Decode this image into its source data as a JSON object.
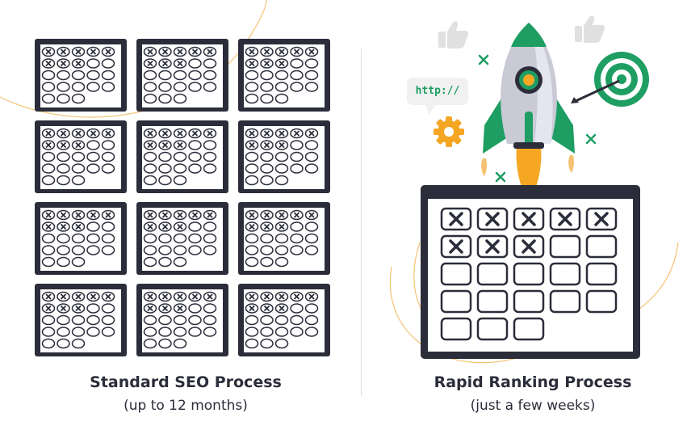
{
  "left": {
    "title": "Standard SEO Process",
    "subtitle": "(up to 12 months)",
    "calendar_rows": 4,
    "calendar_cols": 3
  },
  "right": {
    "title": "Rapid Ranking Process",
    "subtitle": "(just a few weeks)",
    "badge_text": "http://",
    "big_calendar_checked_days": 8,
    "big_calendar_total_days": 23
  },
  "colors": {
    "ink": "#2b2d3a",
    "green": "#1e9e62",
    "orange": "#f5a623",
    "rocket_body": "#c9cad6",
    "thumb_gray": "#e0e0e0"
  },
  "icons": [
    "rocket-icon",
    "target-icon",
    "gear-icon",
    "thumbs-up-icon",
    "sparkle-icon"
  ]
}
